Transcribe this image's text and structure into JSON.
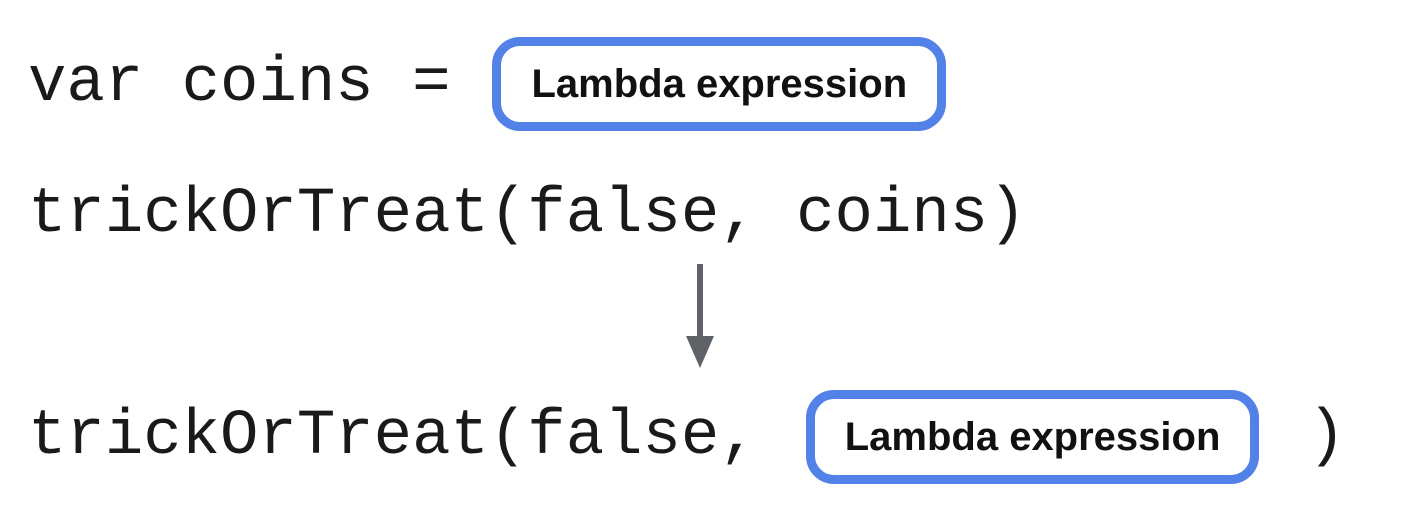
{
  "colors": {
    "background": "#ffffff",
    "box-border": "#5282e8",
    "arrow": "#5f6368",
    "code-text": "#1a1a1a"
  },
  "rows": {
    "assignment": {
      "code": "var coins =",
      "box_label": "Lambda expression"
    },
    "call": {
      "code": "trickOrTreat(false, coins)"
    },
    "substituted": {
      "code_before": "trickOrTreat(false,",
      "box_label": "Lambda expression",
      "code_after": ")"
    }
  },
  "icons": {
    "arrow": "down-arrow"
  }
}
